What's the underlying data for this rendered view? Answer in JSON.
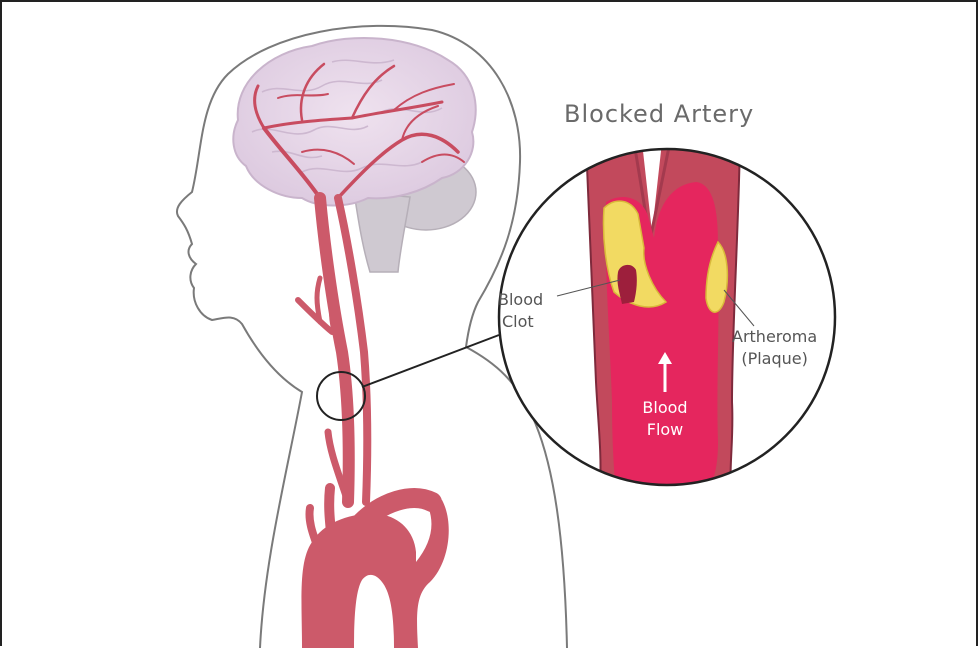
{
  "diagram": {
    "title": "Blocked Artery",
    "labels": {
      "clot": [
        "Blood",
        "Clot"
      ],
      "plaque": [
        "Artheroma",
        "(Plaque)"
      ],
      "flow": [
        "Blood",
        "Flow"
      ]
    },
    "colors": {
      "artery": "#cc5a6a",
      "artery_dark": "#9d3a4c",
      "blood": "#e5265e",
      "plaque": "#f2da62",
      "brain": "#e4d5e6",
      "cerebellum": "#cfc9d1",
      "outline": "#777777"
    }
  }
}
